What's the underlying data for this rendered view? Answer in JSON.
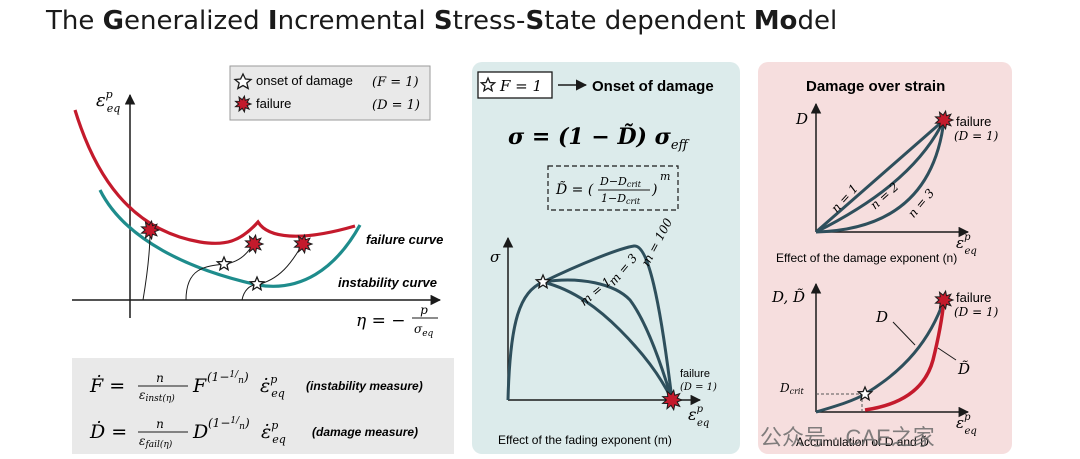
{
  "title": {
    "parts": [
      {
        "text": "The ",
        "bold": false
      },
      {
        "text": "G",
        "bold": true
      },
      {
        "text": "eneralized ",
        "bold": false
      },
      {
        "text": "I",
        "bold": true
      },
      {
        "text": "ncremental ",
        "bold": false
      },
      {
        "text": "S",
        "bold": true
      },
      {
        "text": "tress-",
        "bold": false
      },
      {
        "text": "S",
        "bold": true
      },
      {
        "text": "tate dependent ",
        "bold": false
      },
      {
        "text": "Mo",
        "bold": true
      },
      {
        "text": "del",
        "bold": false
      }
    ]
  },
  "left_panel": {
    "legend": {
      "onset_label": "onset of damage",
      "onset_eq": "(F = 1)",
      "failure_label": "failure",
      "failure_eq": "(D = 1)"
    },
    "y_axis_label": "ε",
    "y_axis_sup": "p",
    "y_axis_sub": "eq",
    "x_axis_label": "η = −",
    "x_axis_frac_num": "p",
    "x_axis_frac_den": "σ",
    "x_axis_frac_den_sub": "eq",
    "failure_curve_label": "failure curve",
    "instability_curve_label": "instability curve",
    "colors": {
      "failure": "#c41a2c",
      "instability": "#1e8c8c",
      "accent_box": "#e9e9e9"
    }
  },
  "equations": {
    "F_lhs": "Ḟ = ",
    "F_frac_num": "n",
    "F_frac_den": "ε",
    "F_frac_den_sub": "inst(η)",
    "F_body": "F",
    "F_exp": "(1−",
    "F_exp_frac_num": "1",
    "F_exp_frac_den": "n",
    "F_exp_close": ")",
    "F_tail": "ε̇",
    "F_tail_sup": "p",
    "F_tail_sub": "eq",
    "F_desc": "(instability measure)",
    "D_lhs": "Ḋ = ",
    "D_frac_num": "n",
    "D_frac_den": "ε",
    "D_frac_den_sub": "fail(η)",
    "D_body": "D",
    "D_exp": "(1−",
    "D_exp_frac_num": "1",
    "D_exp_frac_den": "n",
    "D_exp_close": ")",
    "D_tail": "ε̇",
    "D_tail_sup": "p",
    "D_tail_sub": "eq",
    "D_desc": "(damage measure)"
  },
  "middle_panel": {
    "box_label": "F = 1",
    "arrow_label": "Onset of damage",
    "sigma_eq_lhs": "σ = (1 − D̃) σ",
    "sigma_eq_sub": "eff",
    "dtilde_lhs": "D̃ = (",
    "dtilde_num": "D−D",
    "dtilde_num_sub": "crit",
    "dtilde_den": "1−D",
    "dtilde_den_sub": "crit",
    "dtilde_close": ")",
    "dtilde_exp": "m",
    "y_axis_label": "σ",
    "x_axis_label": "ε",
    "x_axis_sup": "p",
    "x_axis_sub": "eq",
    "curves": [
      {
        "label": "m = 100"
      },
      {
        "label": "m = 3"
      },
      {
        "label": "m = 1"
      }
    ],
    "failure_label": "failure",
    "failure_eq": "(D = 1)",
    "caption": "Effect of the fading exponent (m)",
    "colors": {
      "bg": "#dcebeb",
      "curve": "#2e4f5c"
    }
  },
  "right_panel": {
    "title": "Damage over strain",
    "top": {
      "y_label": "D",
      "x_label": "ε",
      "x_sup": "p",
      "x_sub": "eq",
      "failure_label": "failure",
      "failure_eq": "(D = 1)",
      "curves": [
        {
          "label": "n = 1"
        },
        {
          "label": "n = 2"
        },
        {
          "label": "n = 3"
        }
      ],
      "caption": "Effect of the damage exponent (n)"
    },
    "bottom": {
      "y_label": "D, D̃",
      "x_label": "ε",
      "x_sup": "p",
      "x_sub": "eq",
      "failure_label": "failure",
      "failure_eq": "(D = 1)",
      "d_label": "D",
      "dtilde_label": "D̃",
      "dcrit_label": "D",
      "dcrit_sub": "crit",
      "caption": "Accumulation of D and D̃"
    },
    "colors": {
      "bg": "#f6dede",
      "curve": "#2e4f5c",
      "red": "#c41a2c"
    }
  },
  "watermark": "公众号 · CAE之家"
}
